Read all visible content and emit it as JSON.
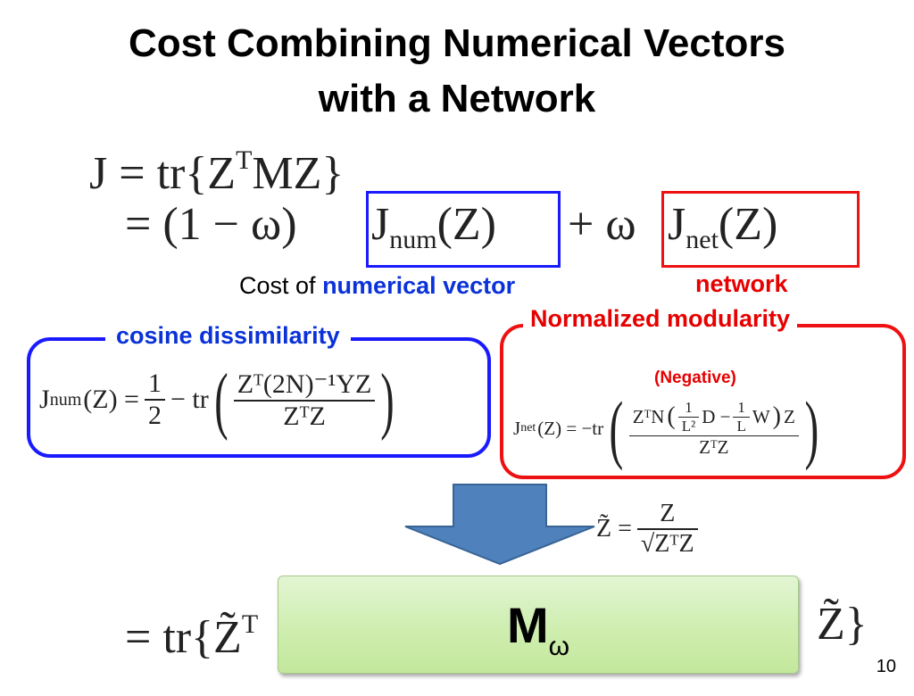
{
  "title": {
    "line1": "Cost Combining Numerical Vectors",
    "line2": "with a Network"
  },
  "equation": {
    "line1_prefix": "J = tr{Z",
    "line1_sup": "T",
    "line1_suffix": "MZ}",
    "line2_prefix": "= (1 − ω)",
    "jnum_J": "J",
    "jnum_sub": "num",
    "jnum_arg": "(Z)",
    "plus_omega": "+ ω",
    "jnet_J": "J",
    "jnet_sub": "net",
    "jnet_arg": "(Z)"
  },
  "captions": {
    "cost_of": "Cost of",
    "numerical_vector": "numerical vector",
    "network": "network"
  },
  "box_num": {
    "label": "cosine dissimilarity",
    "lhs": "J",
    "lhs_sub": "num",
    "lhs_arg": "(Z) =",
    "half_num": "1",
    "half_den": "2",
    "minus_tr": "− tr",
    "frac_num": "Zᵀ(2N)⁻¹YZ",
    "frac_den": "ZᵀZ"
  },
  "box_net": {
    "label": "Normalized modularity",
    "sublabel": "(Negative)",
    "lhs": "J",
    "lhs_sub": "net",
    "lhs_arg": "(Z) = −tr",
    "frac_num_a": "ZᵀN",
    "inner_num_1": "1",
    "inner_den_1": "L²",
    "inner_mid": "D −",
    "inner_num_2": "1",
    "inner_den_2": "L",
    "inner_tail": "W",
    "frac_num_b": "Z",
    "frac_den": "ZᵀZ"
  },
  "normalization": {
    "lhs": "Z̃ =",
    "num": "Z",
    "den": "√ZᵀZ"
  },
  "final": {
    "prefix": "= tr{Z̃",
    "prefix_sup": "T",
    "suffix": "Z̃}"
  },
  "m_box": {
    "symbol": "M",
    "subscript": "ω"
  },
  "page_number": "10",
  "colors": {
    "blue": "#0a32d8",
    "red": "#e60000",
    "arrow_fill": "#4f81bd",
    "box_green": "#cfeeb0"
  }
}
